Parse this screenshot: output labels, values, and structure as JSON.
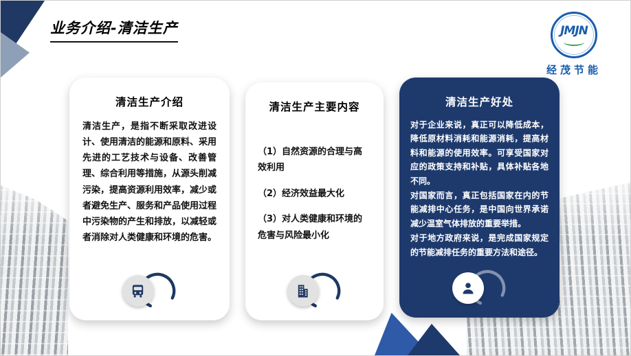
{
  "slide": {
    "title": "业务介绍-清洁生产"
  },
  "logo": {
    "monogram": "JMJN",
    "name": "经茂节能"
  },
  "cards": [
    {
      "title": "清洁生产介绍",
      "body": "清洁生产，是指不断采取改进设计、使用清洁的能源和原料、采用先进的工艺技术与设备、改善管理、综合利用等措施，从源头削减污染，提高资源利用效率，减少或者避免生产、服务和产品使用过程中污染物的产生和排放，以减轻或者消除对人类健康和环境的危害。",
      "icon": "bus-icon"
    },
    {
      "title": "清洁生产主要内容",
      "items": [
        "（1）自然资源的合理与高效利用",
        "（2）经济效益最大化",
        "（3）对人类健康和环境的危害与风险最小化"
      ],
      "icon": "building-icon"
    },
    {
      "title": "清洁生产好处",
      "paragraphs": [
        "对于企业来说，真正可以降低成本，降低原材料消耗和能源消耗，提高材料和能源的使用效率。可享受国家对应的政策支持和补贴，具体补贴各地不同。",
        "对国家而言，真正包括国家在内的节能减排中心任务，是中国向世界承诺减少温室气体排放的重要举措。",
        "对于地方政府来说，是完成国家规定的节能减排任务的重要方法和途径。"
      ],
      "icon": "person-icon"
    }
  ],
  "colors": {
    "navy_card": "#1e3a6d",
    "corner_navy": "#203864",
    "corner_steel": "#8e9fb8",
    "ribbon_royal": "#2e5aa8",
    "brand_blue": "#1a5dab",
    "brand_green": "#3aa655"
  }
}
